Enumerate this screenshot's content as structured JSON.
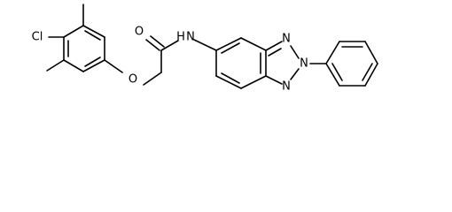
{
  "molecule": {
    "atoms": {
      "cl": "Cl",
      "o_ether": "O",
      "o_carbonyl": "O",
      "n_amide": "N",
      "h_amide": "H",
      "n1": "N",
      "n2": "N",
      "n3": "N"
    },
    "colors": {
      "bond": "#000000",
      "label": "#000000",
      "background": "#ffffff"
    }
  }
}
